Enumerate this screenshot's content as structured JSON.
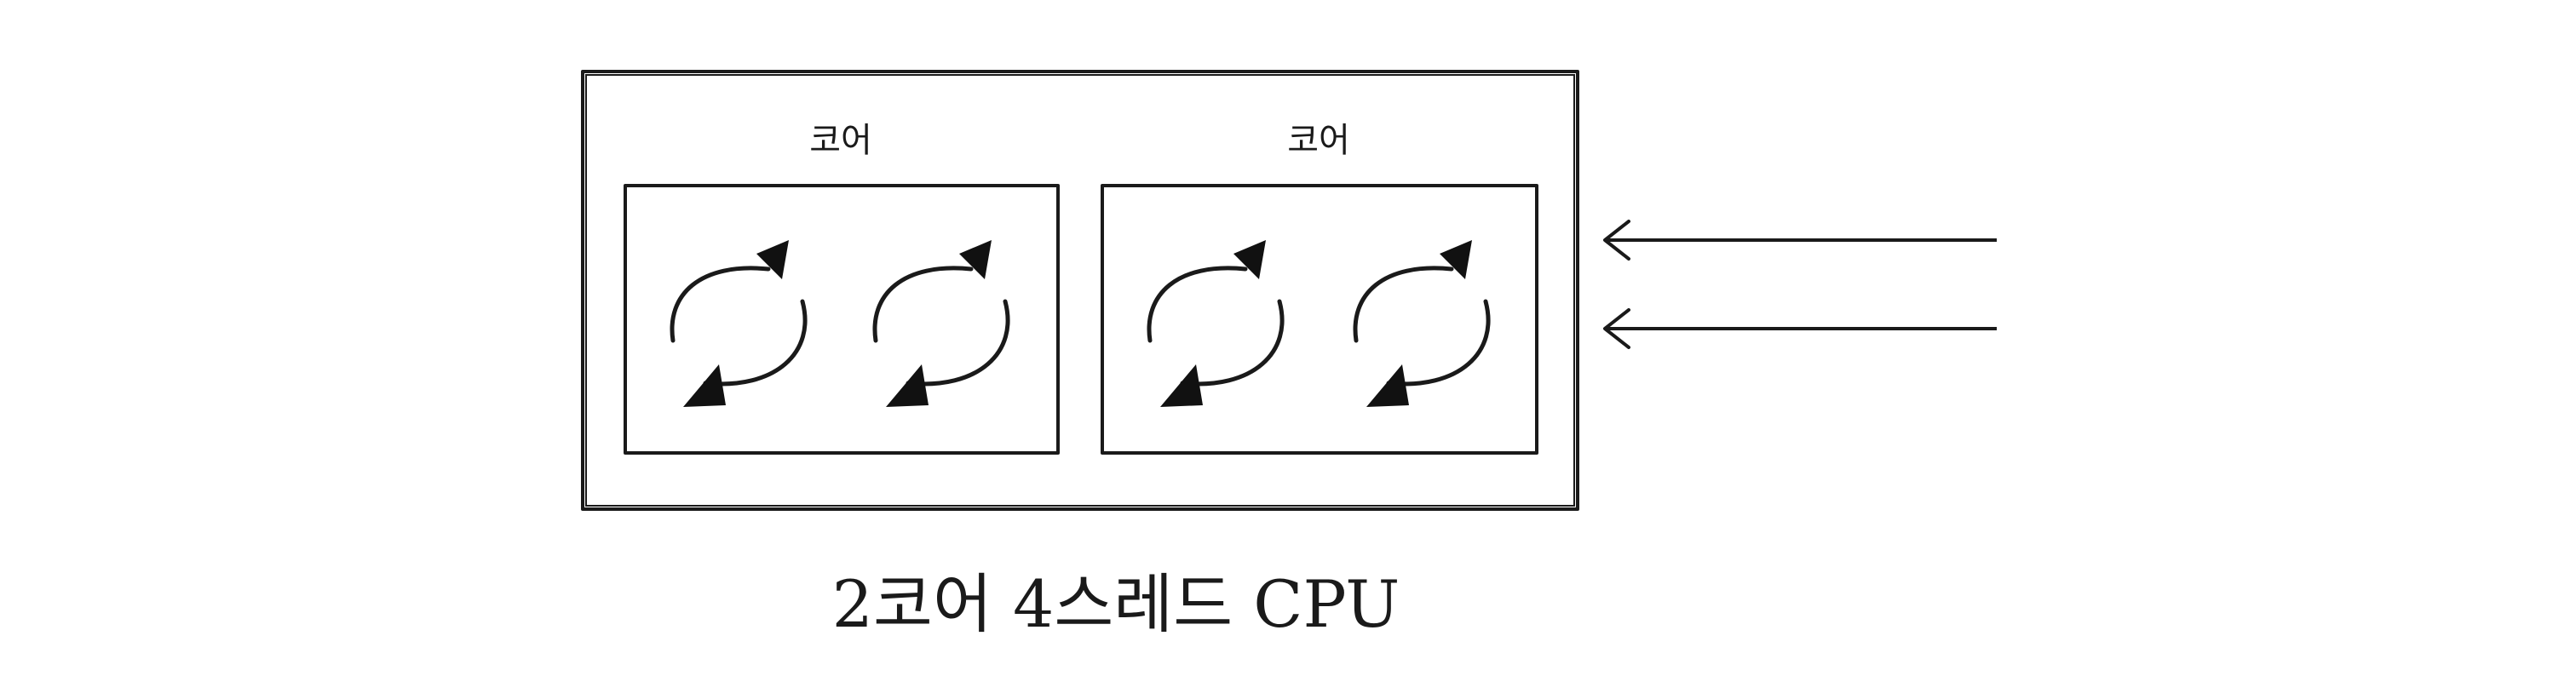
{
  "diagram": {
    "cores": [
      {
        "label": "코어",
        "threads": 2
      },
      {
        "label": "코어",
        "threads": 2
      }
    ],
    "incoming_arrows": 2,
    "caption": "2코어 4스레드 CPU"
  }
}
